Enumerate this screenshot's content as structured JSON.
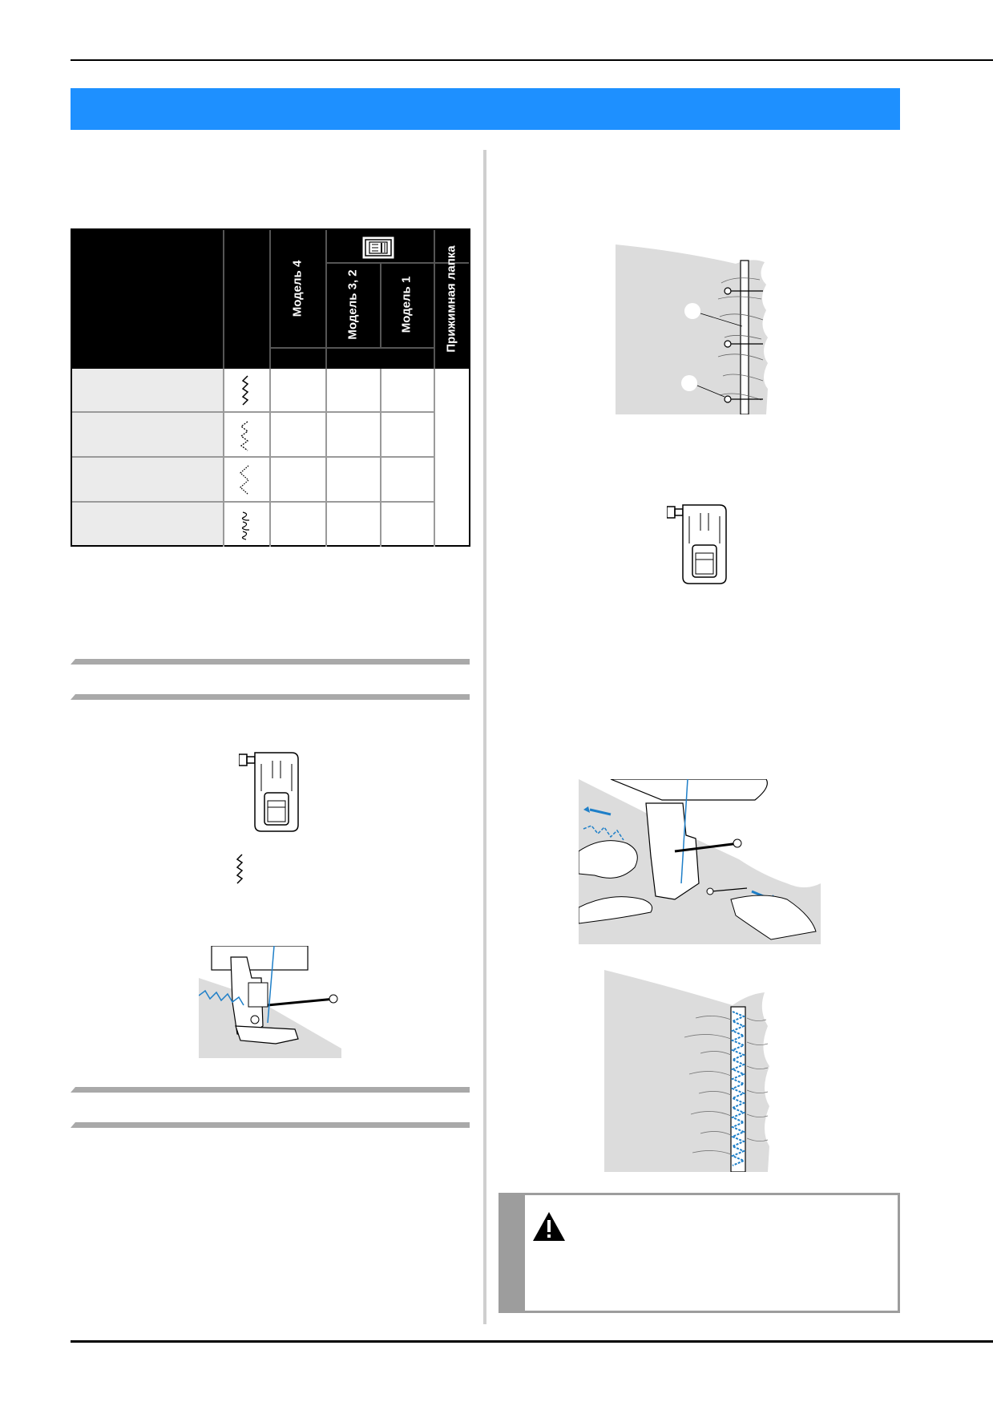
{
  "table": {
    "col_model4": "Модель 4",
    "col_model32": "Модель 3, 2",
    "col_model1": "Модель 1",
    "col_foot": "Прижимная лапка",
    "mode_icon": "stitch-select-icon",
    "rows": [
      {
        "stitch_icon": "zigzag-stitch-icon"
      },
      {
        "stitch_icon": "three-point-zigzag-icon"
      },
      {
        "stitch_icon": "multi-point-zigzag-icon"
      },
      {
        "stitch_icon": "blind-wave-stitch-icon"
      }
    ]
  },
  "colors": {
    "banner": "#1e90ff",
    "stitch": "#1e7fc8",
    "fabric": "#dcdcdc",
    "rule": "#a9a9a9"
  }
}
